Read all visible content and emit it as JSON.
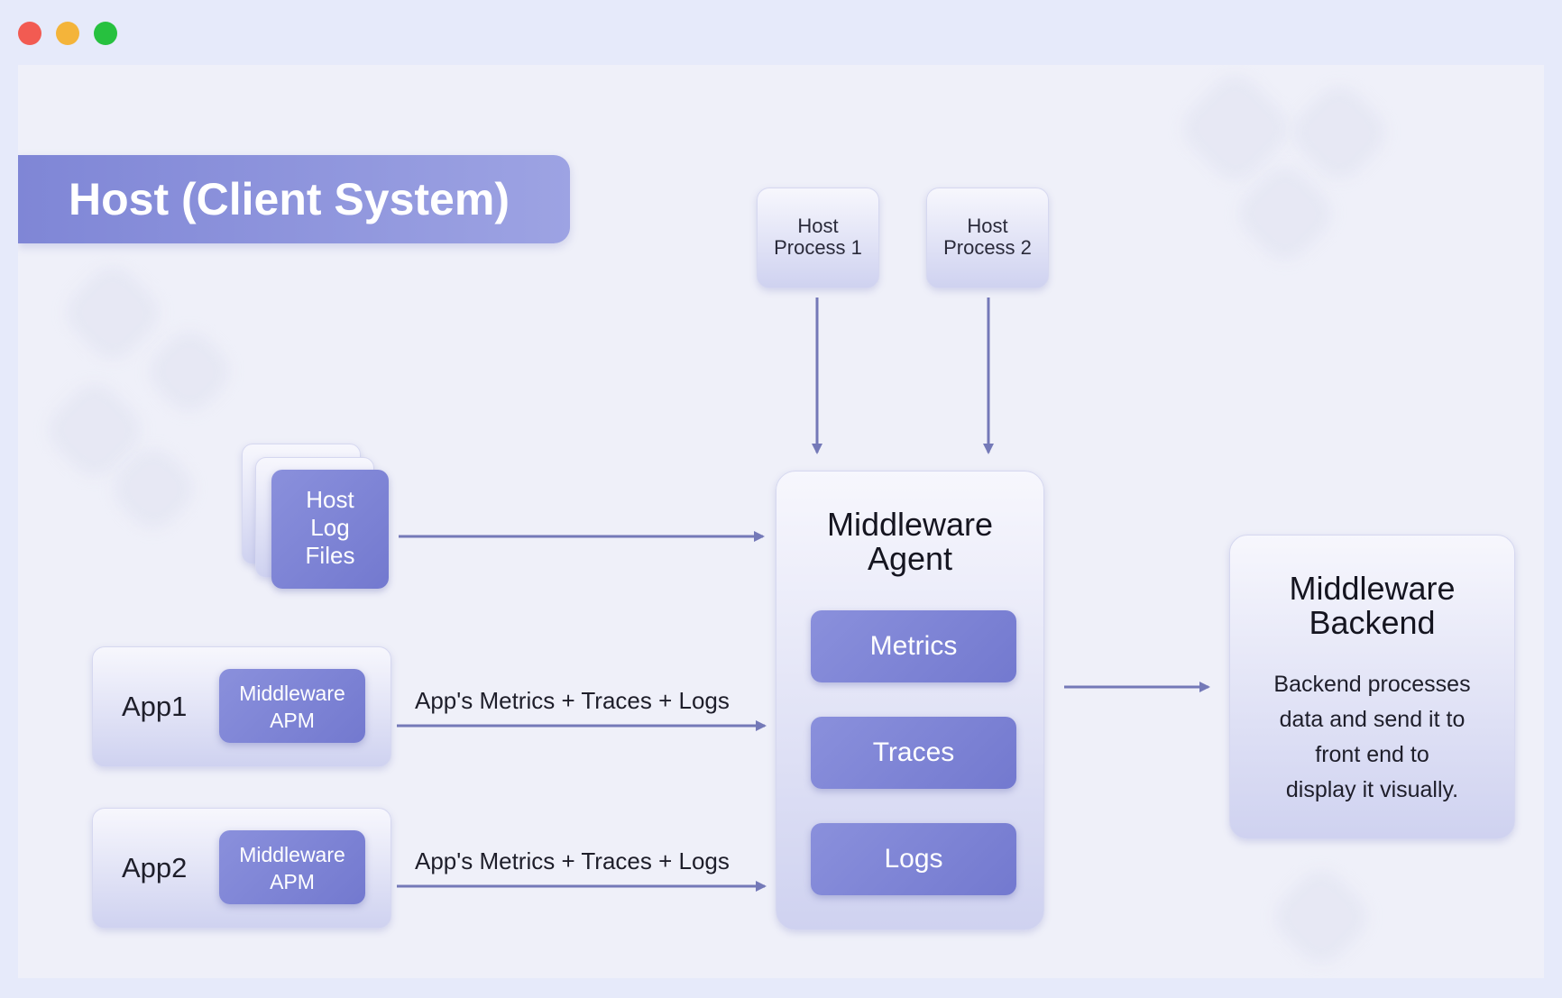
{
  "banner": {
    "title": "Host (Client System)"
  },
  "host_processes": [
    {
      "line1": "Host",
      "line2": "Process 1"
    },
    {
      "line1": "Host",
      "line2": "Process 2"
    }
  ],
  "host_logs": {
    "line1": "Host",
    "line2": "Log",
    "line3": "Files"
  },
  "apps": [
    {
      "name": "App1",
      "apm_line1": "Middleware",
      "apm_line2": "APM",
      "edge_label": "App's Metrics + Traces + Logs"
    },
    {
      "name": "App2",
      "apm_line1": "Middleware",
      "apm_line2": "APM",
      "edge_label": "App's Metrics + Traces + Logs"
    }
  ],
  "agent": {
    "title_line1": "Middleware",
    "title_line2": "Agent",
    "modules": [
      "Metrics",
      "Traces",
      "Logs"
    ]
  },
  "backend": {
    "title_line1": "Middleware",
    "title_line2": "Backend",
    "desc_lines": [
      "Backend processes",
      "data and send it to",
      "front end to",
      "display it visually."
    ]
  },
  "colors": {
    "accent": "#7f86d6",
    "arrow": "#7479b8",
    "window_bg": "#e6eafa",
    "canvas_bg": "#eff0f9"
  }
}
